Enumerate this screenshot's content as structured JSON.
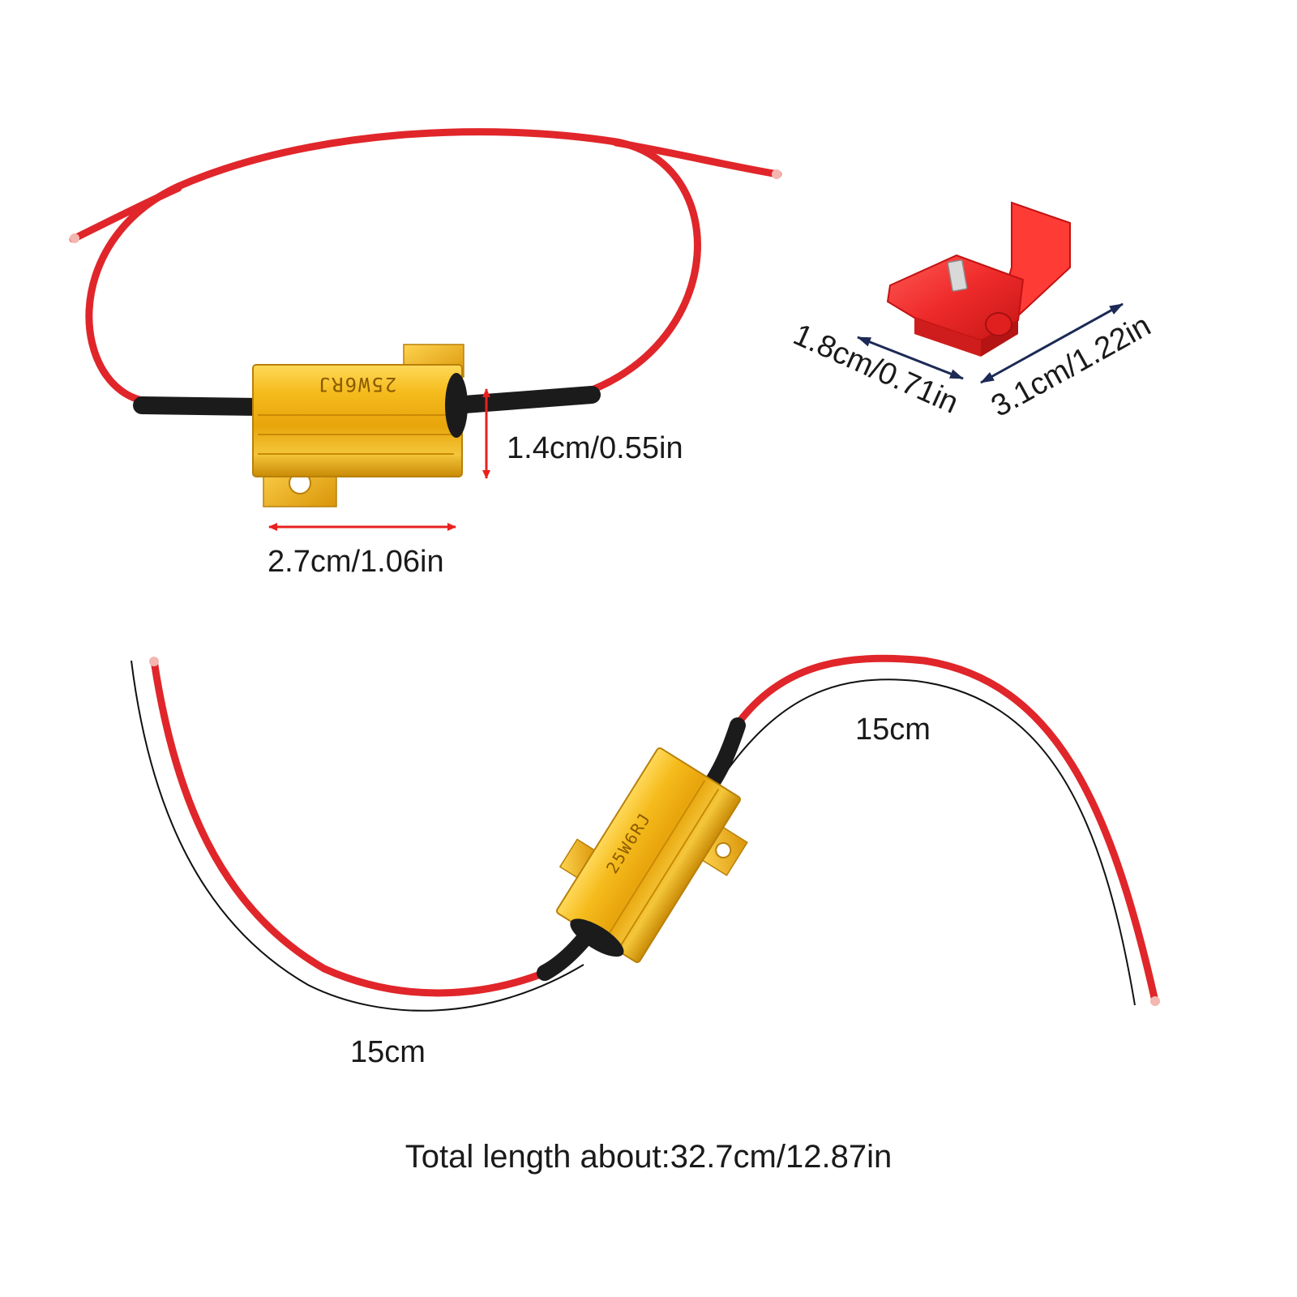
{
  "product": {
    "resistor_marking": "25W6RJ"
  },
  "dimensions": {
    "resistor_height": "1.4cm/0.55in",
    "resistor_length": "2.7cm/1.06in",
    "connector_width": "1.8cm/0.71in",
    "connector_length": "3.1cm/1.22in"
  },
  "lead_lengths": {
    "left_lead": "15cm",
    "right_lead": "15cm"
  },
  "total_length": "Total length about:32.7cm/12.87in",
  "colors": {
    "wire": "#e0262a",
    "resistor_gold": "#f2b511",
    "connector_red": "#ee2a2a",
    "dimension_arrow_red": "#e8201e",
    "dimension_arrow_blue": "#1c2a55",
    "sleeve_black": "#1b1b1b"
  }
}
